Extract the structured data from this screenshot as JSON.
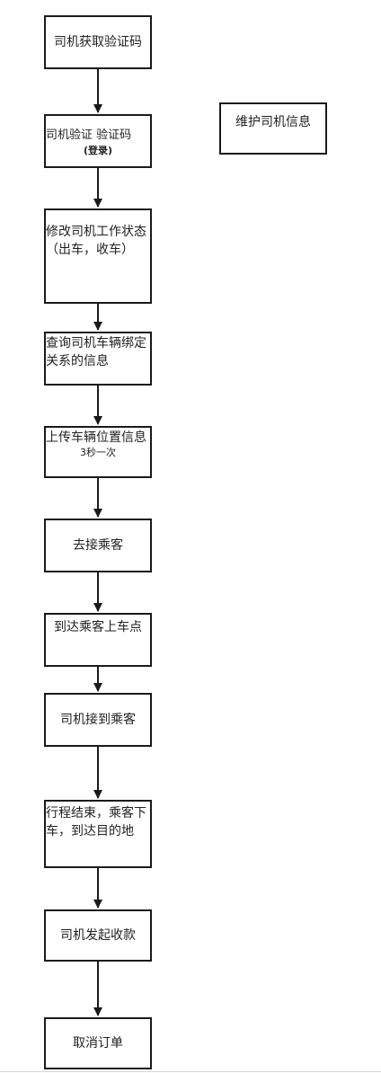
{
  "diagram": {
    "steps": [
      {
        "text": "司机获取验证码",
        "sub": ""
      },
      {
        "text": "司机验证 验证码",
        "sub": "(登录)"
      },
      {
        "text": "修改司机工作状态（出车，收车）",
        "sub": ""
      },
      {
        "text": "查询司机车辆绑定关系的信息",
        "sub": ""
      },
      {
        "text": "上传车辆位置信息",
        "sub": "3秒一次"
      },
      {
        "text": "去接乘客",
        "sub": ""
      },
      {
        "text": "到达乘客上车点",
        "sub": ""
      },
      {
        "text": "司机接到乘客",
        "sub": ""
      },
      {
        "text": "行程结束，乘客下车，到达目的地",
        "sub": ""
      },
      {
        "text": "司机发起收款",
        "sub": ""
      },
      {
        "text": "取消订单",
        "sub": ""
      }
    ],
    "side_box": {
      "text": "维护司机信息"
    }
  }
}
